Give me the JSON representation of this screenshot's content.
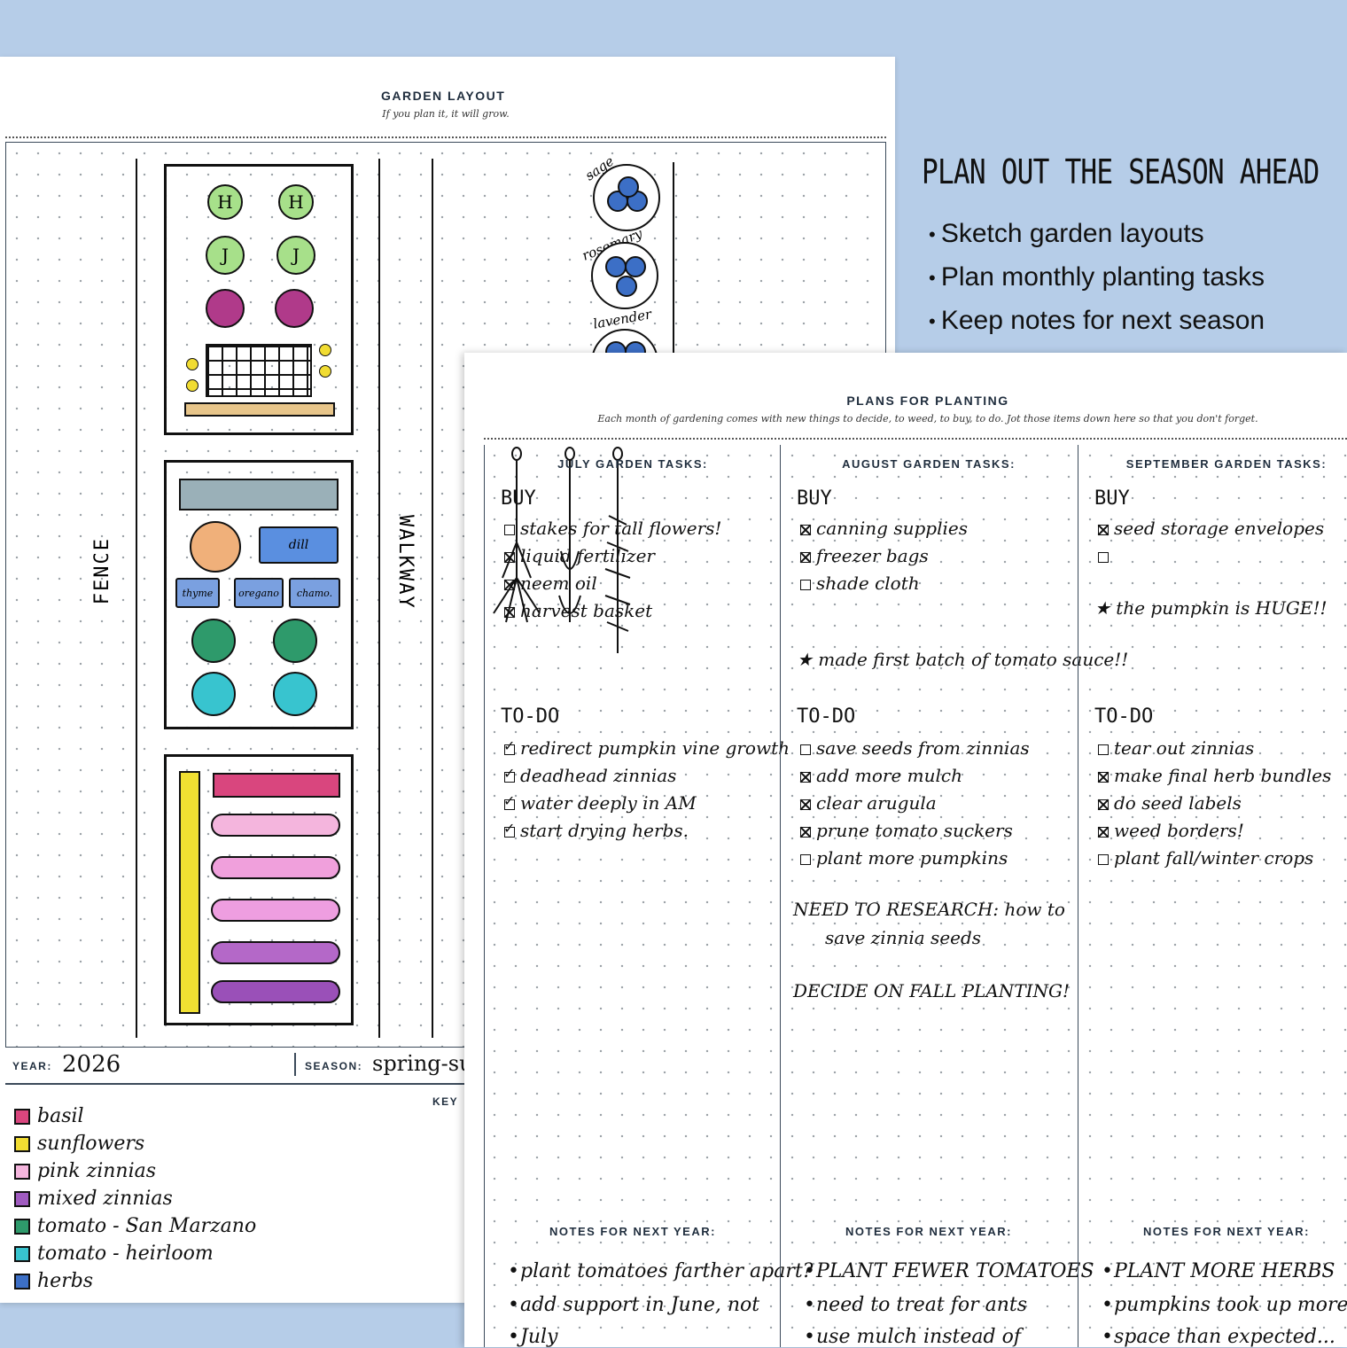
{
  "promo": {
    "headline": "PLAN OUT THE SEASON AHEAD",
    "bullets": [
      "Sketch garden layouts",
      "Plan monthly planting tasks",
      "Keep notes for next season"
    ]
  },
  "layout_page": {
    "title": "GARDEN LAYOUT",
    "subtitle": "If you plan it, it will grow.",
    "plant_labels": [
      "H",
      "H",
      "J",
      "J"
    ],
    "bed_labels": {
      "dill": "dill",
      "thyme": "thyme",
      "oregano": "oregano",
      "chamo": "chamo."
    },
    "side_labels": {
      "fence": "FENCE",
      "walkway": "WALKWAY"
    },
    "pot_labels": [
      "sage",
      "rosemary",
      "lavender"
    ],
    "year_label": "YEAR:",
    "year_value": "2026",
    "season_label": "SEASON:",
    "season_value": "spring-su",
    "key_label": "KEY",
    "key_items": [
      {
        "label": "basil",
        "color": "#d9467e"
      },
      {
        "label": "sunflowers",
        "color": "#f1dc32"
      },
      {
        "label": "pink zinnias",
        "color": "#f4b5dd"
      },
      {
        "label": "mixed zinnias",
        "color": "#a05bc0"
      },
      {
        "label": "tomato - San Marzano",
        "color": "#2e9a6b"
      },
      {
        "label": "tomato - heirloom",
        "color": "#38c4cf"
      },
      {
        "label": "herbs",
        "color": "#3c6fc6"
      }
    ]
  },
  "plans_page": {
    "title": "PLANS FOR PLANTING",
    "subtitle": "Each month of gardening comes with new things to decide, to weed, to buy, to do. Jot those items down here so that you don't forget.",
    "notes_heading": "NOTES FOR NEXT YEAR:",
    "columns": [
      {
        "heading": "JULY GARDEN TASKS:",
        "buy_label": "BUY",
        "buy": [
          {
            "text": "stakes for tall flowers!",
            "state": "open"
          },
          {
            "text": "liquid fertilizer",
            "state": "x"
          },
          {
            "text": "neem oil",
            "state": "x"
          },
          {
            "text": "harvest basket",
            "state": "x"
          }
        ],
        "star": "",
        "todo_label": "TO-DO",
        "todo": [
          {
            "text": "redirect pumpkin vine growth",
            "state": "v"
          },
          {
            "text": "deadhead zinnias",
            "state": "v"
          },
          {
            "text": "water deeply in AM",
            "state": "v"
          },
          {
            "text": "start drying herbs.",
            "state": "v"
          }
        ],
        "extra": [],
        "notes": [
          "plant tomatoes farther apart?",
          "add support in June, not",
          "July"
        ]
      },
      {
        "heading": "AUGUST GARDEN TASKS:",
        "buy_label": "BUY",
        "buy": [
          {
            "text": "canning supplies",
            "state": "x"
          },
          {
            "text": "freezer bags",
            "state": "x"
          },
          {
            "text": "shade cloth",
            "state": "open"
          }
        ],
        "star": "made first batch of tomato sauce!!",
        "todo_label": "TO-DO",
        "todo": [
          {
            "text": "save seeds from zinnias",
            "state": "open"
          },
          {
            "text": "add more mulch",
            "state": "x"
          },
          {
            "text": "clear arugula",
            "state": "x"
          },
          {
            "text": "prune tomato suckers",
            "state": "x"
          },
          {
            "text": "plant more pumpkins",
            "state": "open"
          }
        ],
        "extra": [
          "NEED TO RESEARCH: how to",
          "save zinnia seeds",
          "DECIDE ON FALL PLANTING!"
        ],
        "notes": [
          "PLANT FEWER TOMATOES",
          "need to treat for ants",
          "use mulch instead of"
        ]
      },
      {
        "heading": "SEPTEMBER GARDEN TASKS:",
        "buy_label": "BUY",
        "buy": [
          {
            "text": "seed storage envelopes",
            "state": "x"
          },
          {
            "text": "",
            "state": "open"
          }
        ],
        "star": "the pumpkin is HUGE!!",
        "todo_label": "TO-DO",
        "todo": [
          {
            "text": "tear out zinnias",
            "state": "open"
          },
          {
            "text": "make final herb bundles",
            "state": "x"
          },
          {
            "text": "do seed labels",
            "state": "x"
          },
          {
            "text": "weed borders!",
            "state": "x"
          },
          {
            "text": "plant fall/winter crops",
            "state": "open"
          }
        ],
        "extra": [],
        "notes": [
          "PLANT MORE HERBS",
          "pumpkins took up more",
          "space than expected..."
        ]
      }
    ]
  }
}
